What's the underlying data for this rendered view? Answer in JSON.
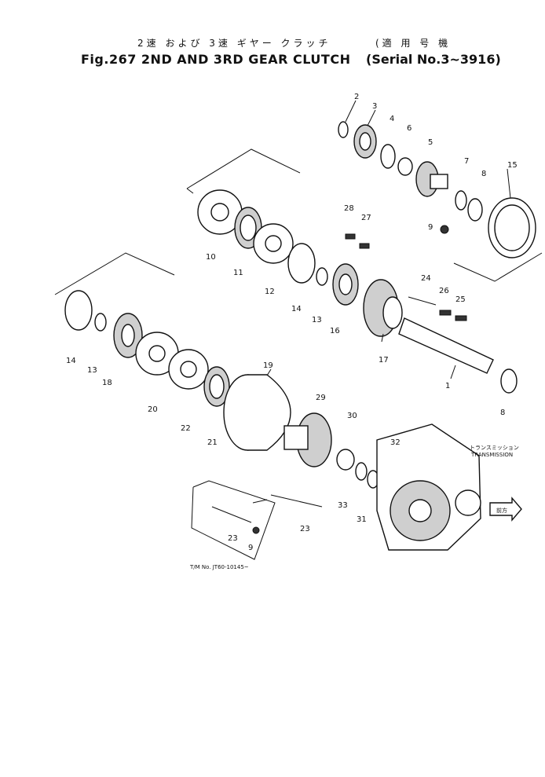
{
  "header": {
    "title_jp": "2速 および 3速 ギヤー クラッチ",
    "serial_jp": "(適 用 号 機",
    "title": "Fig.267 2ND AND 3RD GEAR CLUTCH",
    "serial": "(Serial No.3~3916)"
  },
  "callouts": {
    "c1": "1",
    "c2": "2",
    "c3": "3",
    "c4": "4",
    "c5": "5",
    "c6": "6",
    "c7": "7",
    "c8": "8",
    "c8b": "8",
    "c9": "9",
    "c9b": "9",
    "c10": "10",
    "c11": "11",
    "c12": "12",
    "c13": "13",
    "c13b": "13",
    "c14": "14",
    "c14b": "14",
    "c15": "15",
    "c16": "16",
    "c17": "17",
    "c18": "18",
    "c19": "19",
    "c20": "20",
    "c21": "21",
    "c22": "22",
    "c23": "23",
    "c23b": "23",
    "c24": "24",
    "c25": "25",
    "c26": "26",
    "c27": "27",
    "c28": "28",
    "c29": "29",
    "c30": "30",
    "c31": "31",
    "c32": "32",
    "c33": "33"
  },
  "notes": {
    "transmission_jp": "トランスミッション",
    "transmission": "TRANSMISSION",
    "front_jp": "前方",
    "tm_no": "T/M No. JT60-10145~"
  }
}
